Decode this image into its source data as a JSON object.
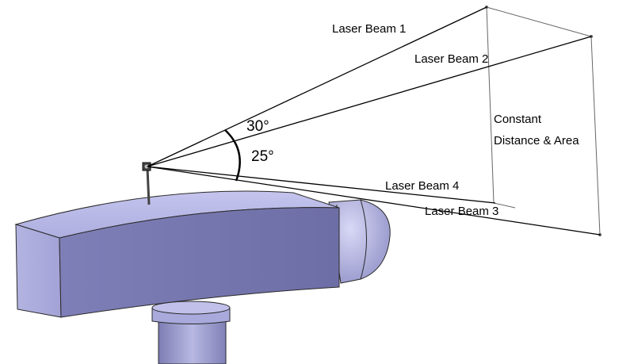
{
  "beams": {
    "beam1": "Laser Beam 1",
    "beam2": "Laser Beam 2",
    "beam3": "Laser Beam 3",
    "beam4": "Laser Beam 4"
  },
  "angles": {
    "upper": "30°",
    "lower": "25°"
  },
  "target": {
    "line1": "Constant",
    "line2": "Distance & Area"
  },
  "colors": {
    "body_light": "#b9b9e6",
    "body_mid": "#8c8cc8",
    "body_dark": "#6e6ea8",
    "line": "#000000",
    "frame": "#555555"
  }
}
